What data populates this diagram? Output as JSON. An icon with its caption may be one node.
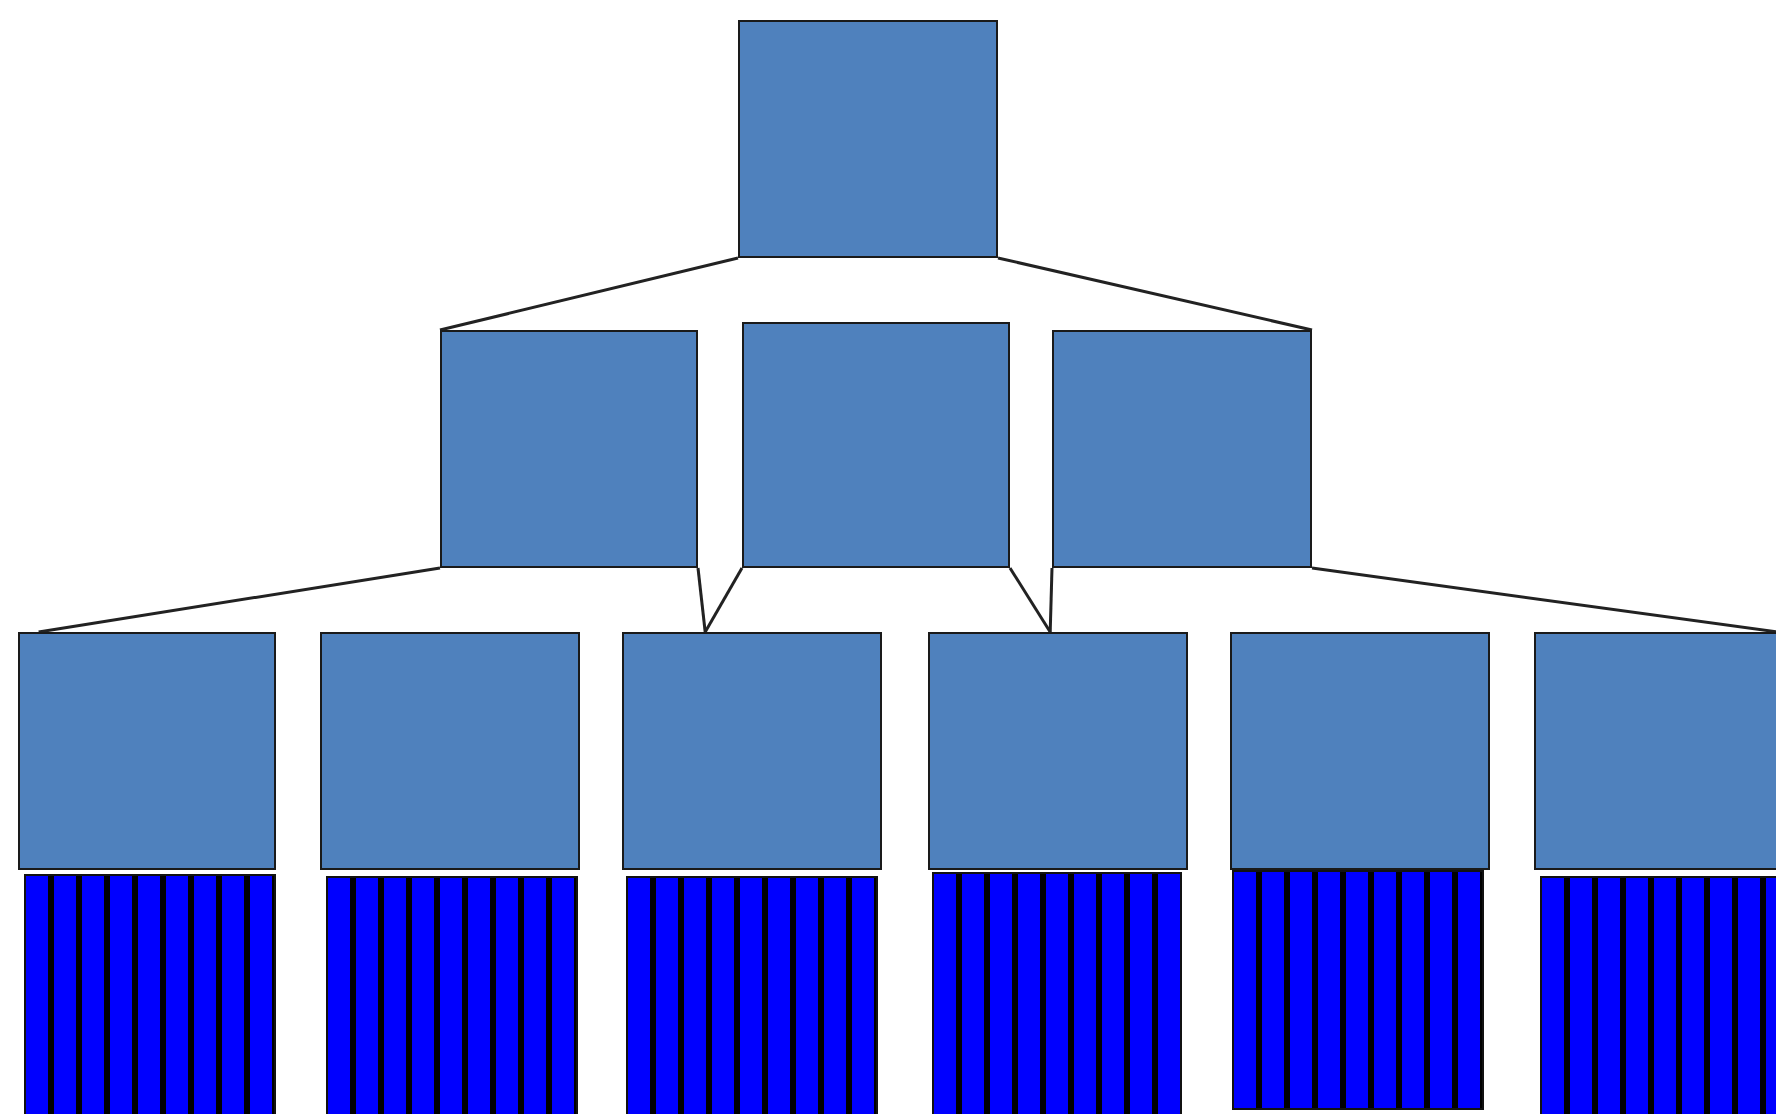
{
  "diagram": {
    "nodes": [
      {
        "text": [],
        "shape": "box"
      },
      {
        "text": [],
        "shape": "box"
      },
      {
        "text": [],
        "shape": "box"
      },
      {
        "text": [],
        "shape": "box"
      },
      {
        "text": [],
        "shape": "box"
      },
      {
        "text": [],
        "shape": "box"
      },
      {
        "text": [],
        "shape": "box"
      },
      {
        "text": [],
        "shape": "box"
      },
      {
        "text": [],
        "shape": "box"
      },
      {
        "text": [],
        "shape": "box"
      },
      {
        "text": [],
        "shape": "bar"
      },
      {
        "text": [],
        "shape": "bar"
      },
      {
        "text": [],
        "shape": "bar"
      },
      {
        "text": [],
        "shape": "bar"
      },
      {
        "text": [],
        "shape": "bar"
      },
      {
        "text": [],
        "shape": "bar"
      }
    ],
    "edges": [
      {
        "from": 0,
        "to": 1,
        "arrow": "none"
      },
      {
        "from": 0,
        "to": 3,
        "arrow": "none"
      },
      {
        "from": 1,
        "to": 4,
        "arrow": "none"
      },
      {
        "from": 1,
        "to": 6,
        "arrow": "none"
      },
      {
        "from": 2,
        "to": 6,
        "arrow": "none"
      },
      {
        "from": 2,
        "to": 7,
        "arrow": "none"
      },
      {
        "from": 3,
        "to": 7,
        "arrow": "none"
      },
      {
        "from": 3,
        "to": 9,
        "arrow": "none"
      }
    ]
  }
}
